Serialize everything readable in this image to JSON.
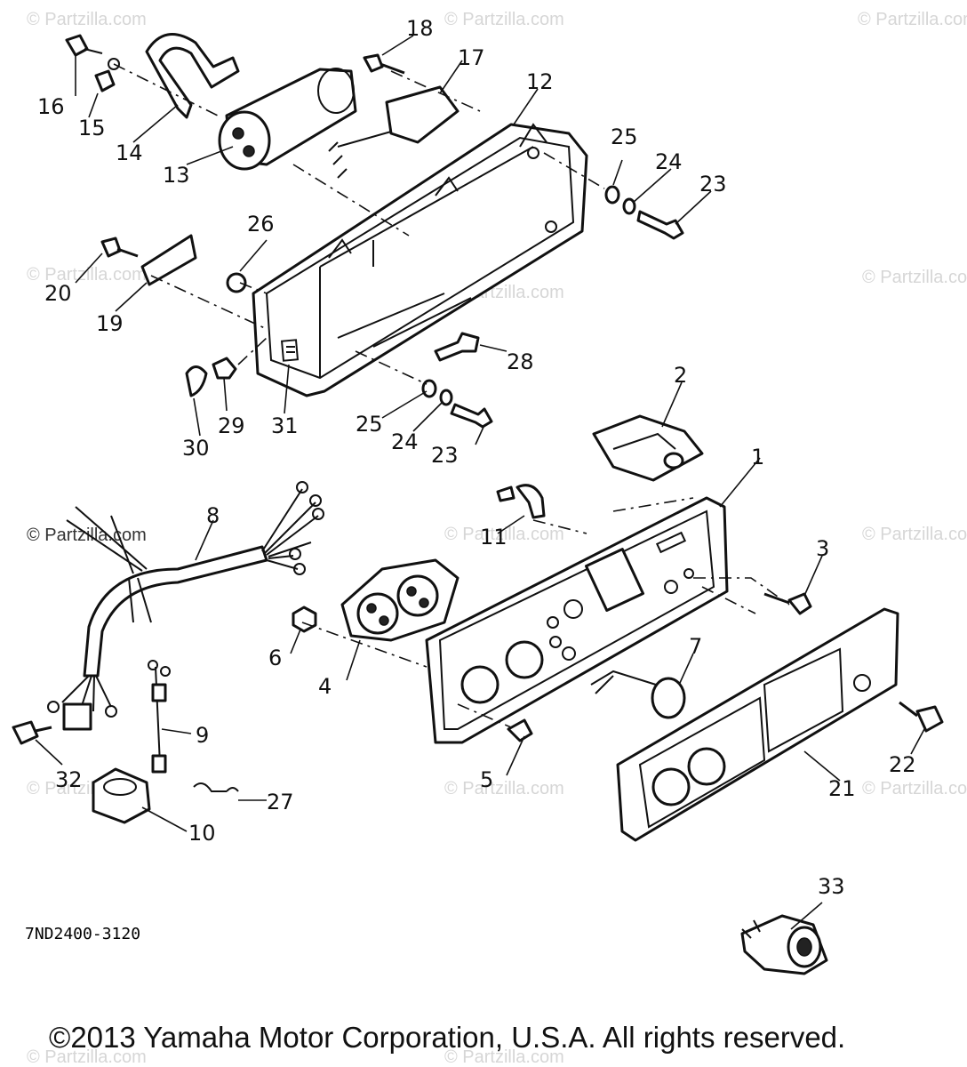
{
  "watermark": "© Partzilla.com",
  "diagram_code": "7ND2400-3120",
  "copyright": "©2013 Yamaha Motor Corporation, U.S.A. All rights reserved.",
  "callouts": [
    "1",
    "2",
    "3",
    "4",
    "5",
    "6",
    "7",
    "8",
    "9",
    "10",
    "11",
    "12",
    "13",
    "14",
    "15",
    "16",
    "17",
    "18",
    "19",
    "20",
    "21",
    "22",
    "23",
    "24",
    "25",
    "26",
    "27",
    "28",
    "29",
    "30",
    "31",
    "32",
    "33"
  ],
  "repeated_callouts": {
    "23b": "23",
    "24b": "24",
    "25b": "25"
  }
}
